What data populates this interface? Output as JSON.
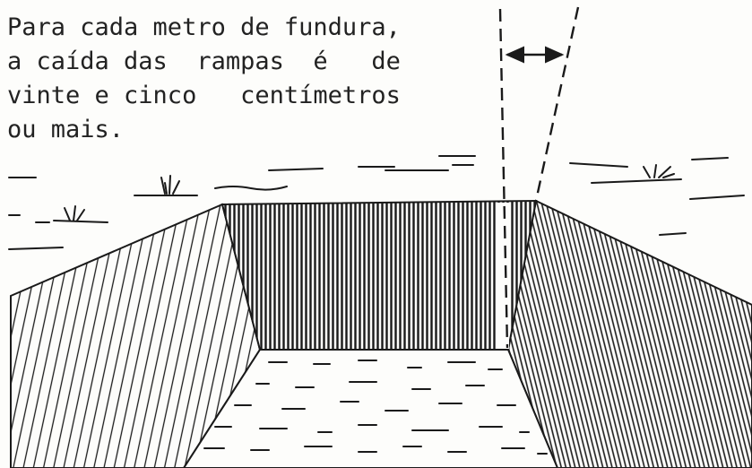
{
  "caption": {
    "lines": [
      "Para cada metro de fundura,",
      "a caída das  rampas  é   de",
      "vinte e cinco   centímetros",
      "ou mais."
    ]
  },
  "colors": {
    "ink": "#1a1a1a",
    "paper": "#fdfdfb"
  },
  "icons": {
    "double_arrow": "double-arrow-icon",
    "grass": "grass-tuft-icon"
  }
}
